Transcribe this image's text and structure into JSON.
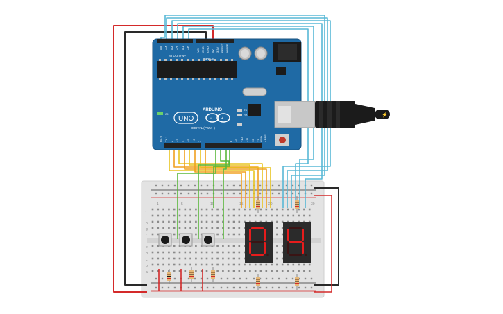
{
  "arduino": {
    "logo_text": "UNO",
    "brand": "ARDUINO",
    "analog_in_label": "ANALOG IN",
    "power_label": "POWER",
    "digital_label": "DIGITAL (PWM~)",
    "on_label": "ON",
    "tx_label": "TX",
    "rx_label": "RX",
    "l_label": "L",
    "aref_label": "AREF",
    "gnd_label": "GND",
    "analog_pins": [
      "A5",
      "A4",
      "A3",
      "A2",
      "A1",
      "A0"
    ],
    "power_pins": [
      "VIN",
      "GND",
      "GND",
      "5V",
      "3.3V",
      "RESET",
      "IOREF"
    ],
    "digital_pins": [
      "13",
      "12",
      "~11",
      "~10",
      "~9",
      "8",
      "7",
      "~6",
      "~5",
      "4",
      "~3",
      "2",
      "TX 1",
      "RX 0"
    ]
  },
  "displays": {
    "left_digit": "0",
    "right_digit": "4"
  },
  "breadboard": {
    "row_letters_top": [
      "j",
      "i",
      "h",
      "g",
      "f"
    ],
    "row_letters_bottom": [
      "e",
      "d",
      "c",
      "b",
      "a"
    ],
    "column_numbers": [
      "1",
      "5",
      "10",
      "15",
      "20",
      "25",
      "30"
    ]
  },
  "colors": {
    "board": "#1f6aa5",
    "breadboard": "#e3e3e3",
    "wire_red": "#d42a2a",
    "wire_black": "#2a2a2a",
    "wire_cyan": "#58b8d6",
    "wire_orange": "#f0a020",
    "wire_yellow": "#e8c420",
    "wire_green": "#5ab83c",
    "segment_on": "#e61c1c",
    "segment_off": "#3a1414"
  }
}
